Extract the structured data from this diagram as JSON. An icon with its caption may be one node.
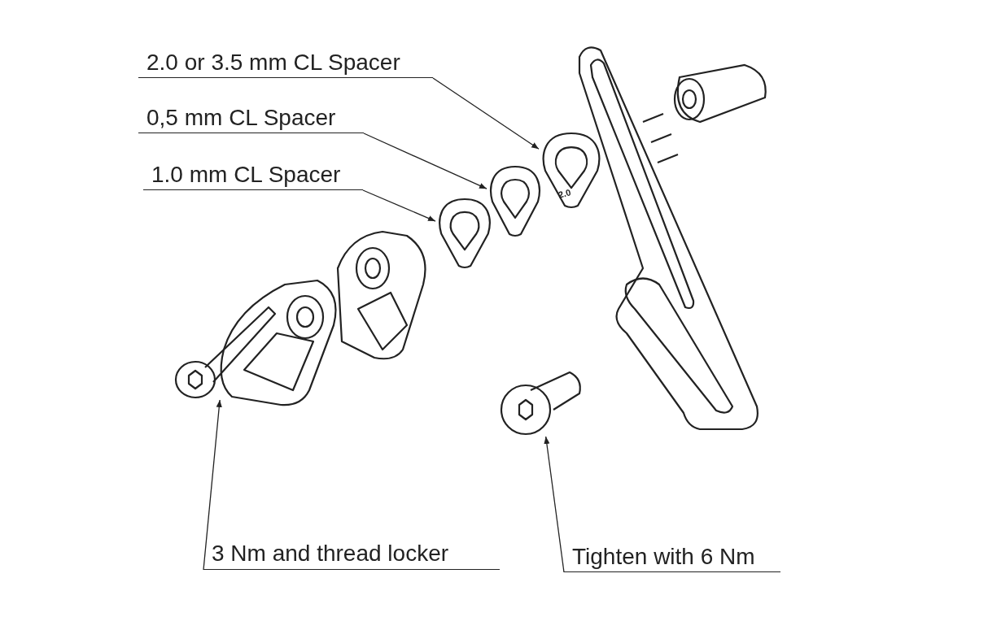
{
  "diagram": {
    "nodes": [
      {
        "text": [
          "2.0 or 3.5 mm CL Spacer"
        ]
      },
      {
        "text": [
          "0,5 mm CL Spacer"
        ]
      },
      {
        "text": [
          "1.0 mm CL Spacer"
        ]
      },
      {
        "text": [
          "3 Nm and thread locker"
        ]
      },
      {
        "text": [
          "Tighten with 6 Nm"
        ]
      },
      {
        "text": [],
        "shape": "picture"
      },
      {
        "text": [],
        "shape": "picture"
      },
      {
        "text": [],
        "shape": "picture"
      },
      {
        "text": [],
        "shape": "picture"
      },
      {
        "text": [],
        "shape": "picture"
      }
    ],
    "edges": [
      {
        "from": 0,
        "to": 5,
        "arrow": "to"
      },
      {
        "from": 1,
        "to": 6,
        "arrow": "to"
      },
      {
        "from": 2,
        "to": 7,
        "arrow": "to"
      },
      {
        "from": 3,
        "to": 8,
        "arrow": "to"
      },
      {
        "from": 4,
        "to": 9,
        "arrow": "to"
      }
    ],
    "labels": [
      "2.0"
    ]
  }
}
